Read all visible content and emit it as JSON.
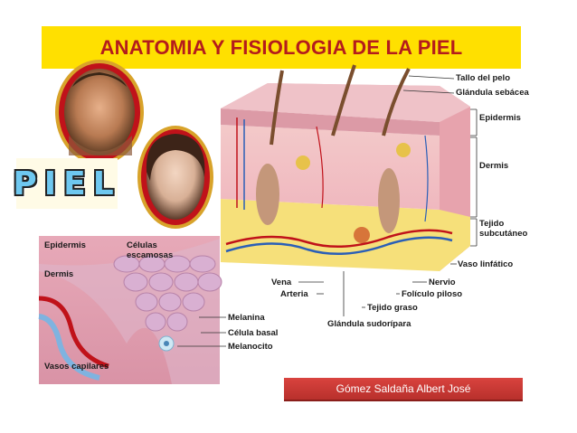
{
  "title": "ANATOMIA Y FISIOLOGIA DE LA PIEL",
  "piel_word": "PIEL",
  "author": "Gómez Saldaña Albert José",
  "diagram_labels": {
    "tallo_pelo": "Tallo del pelo",
    "glandula_sebacea": "Glándula sebácea",
    "epidermis": "Epidermis",
    "dermis": "Dermis",
    "tejido_subcutaneo": "Tejido subcutáneo",
    "vaso_linfatico": "Vaso linfático",
    "nervio": "Nervio",
    "foliculo_piloso": "Folículo piloso",
    "tejido_graso": "Tejido graso",
    "glandula_sudoripara": "Glándula sudorípara",
    "vena": "Vena",
    "arteria": "Arteria"
  },
  "inset_labels": {
    "epidermis": "Epidermis",
    "celulas_escamosas": "Células escamosas",
    "dermis": "Dermis",
    "melanina": "Melanina",
    "celula_basal": "Célula basal",
    "melanocito": "Melanocito",
    "vasos_capilares": "Vasos capilares"
  },
  "colors": {
    "title_bg": "#ffe000",
    "title_text": "#b41c1c",
    "author_bg": "#c53a35",
    "piel_fill": "#6ec8f0",
    "frame_red": "#c0121a",
    "frame_gold": "#d8a32a"
  }
}
